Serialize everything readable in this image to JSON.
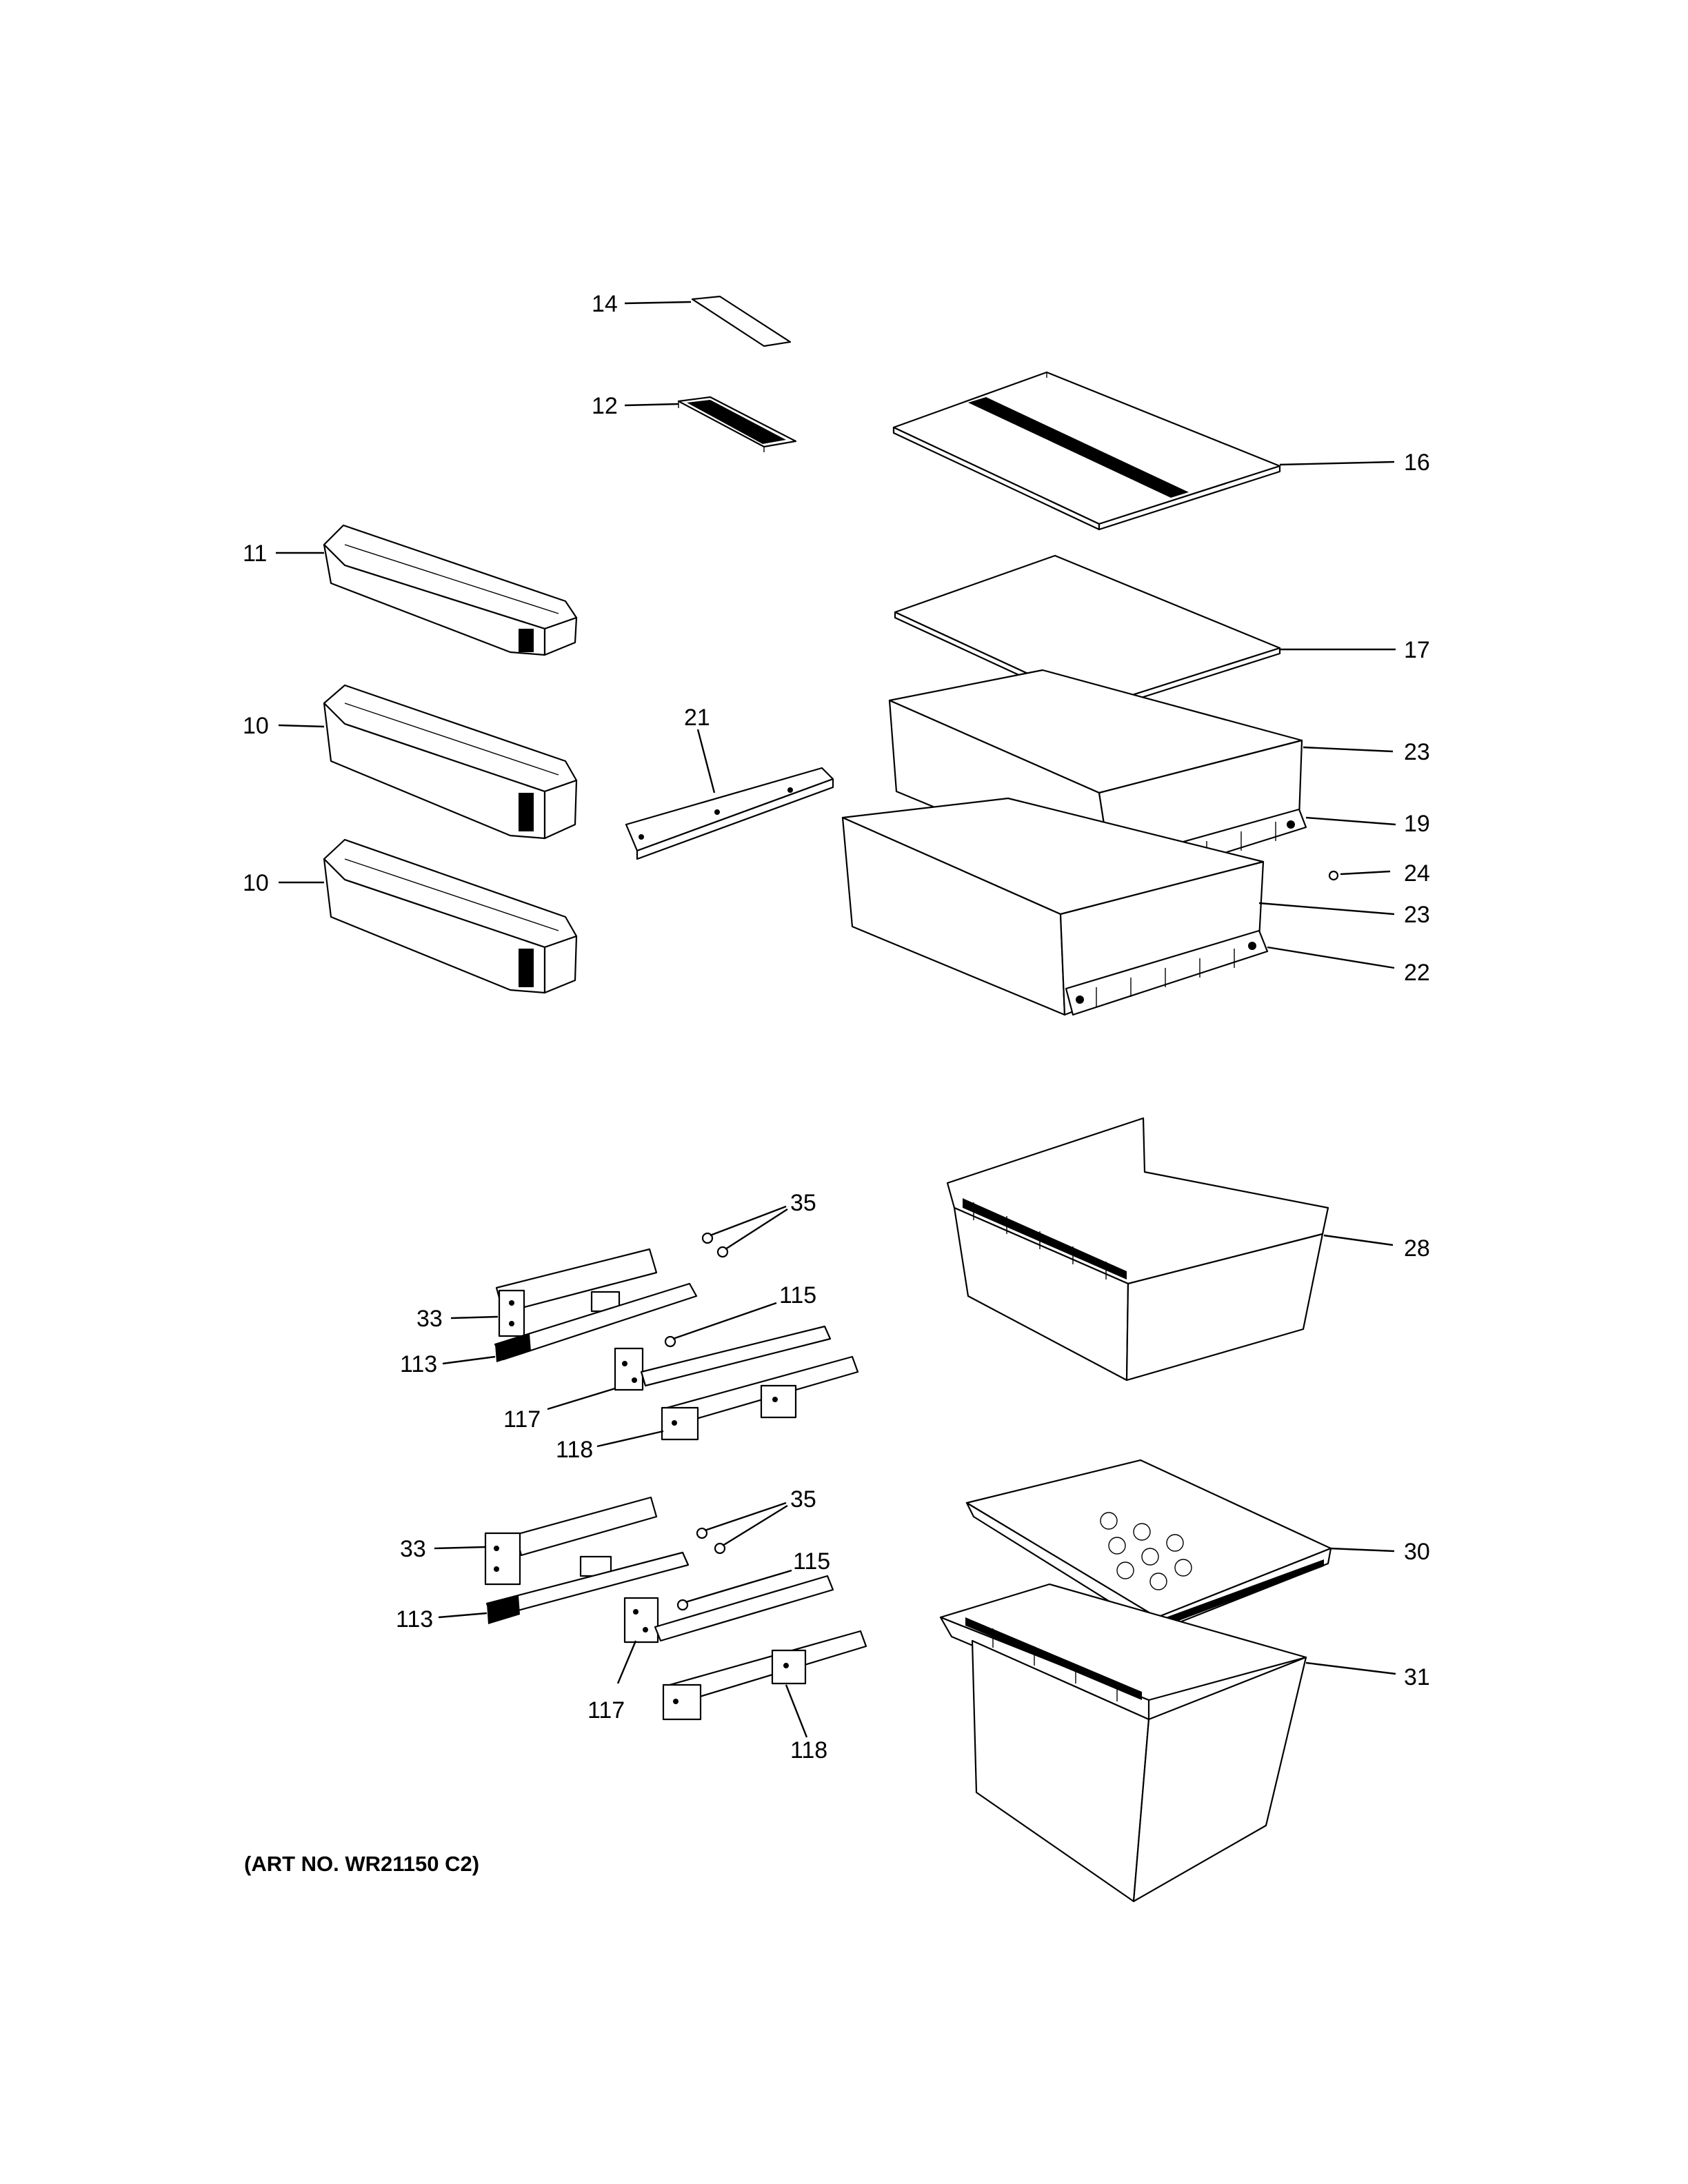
{
  "callouts": [
    {
      "id": "c14",
      "label": "14"
    },
    {
      "id": "c12",
      "label": "12"
    },
    {
      "id": "c16",
      "label": "16"
    },
    {
      "id": "c11",
      "label": "11"
    },
    {
      "id": "c17",
      "label": "17"
    },
    {
      "id": "c10a",
      "label": "10"
    },
    {
      "id": "c21",
      "label": "21"
    },
    {
      "id": "c23a",
      "label": "23"
    },
    {
      "id": "c19",
      "label": "19"
    },
    {
      "id": "c24",
      "label": "24"
    },
    {
      "id": "c23b",
      "label": "23"
    },
    {
      "id": "c10b",
      "label": "10"
    },
    {
      "id": "c22",
      "label": "22"
    },
    {
      "id": "c35a",
      "label": "35"
    },
    {
      "id": "c28",
      "label": "28"
    },
    {
      "id": "c115a",
      "label": "115"
    },
    {
      "id": "c33a",
      "label": "33"
    },
    {
      "id": "c113a",
      "label": "113"
    },
    {
      "id": "c117a",
      "label": "117"
    },
    {
      "id": "c118a",
      "label": "118"
    },
    {
      "id": "c35b",
      "label": "35"
    },
    {
      "id": "c115b",
      "label": "115"
    },
    {
      "id": "c30",
      "label": "30"
    },
    {
      "id": "c33b",
      "label": "33"
    },
    {
      "id": "c113b",
      "label": "113"
    },
    {
      "id": "c31",
      "label": "31"
    },
    {
      "id": "c117b",
      "label": "117"
    },
    {
      "id": "c118b",
      "label": "118"
    }
  ],
  "art_number": "(ART NO. WR21150 C2)"
}
